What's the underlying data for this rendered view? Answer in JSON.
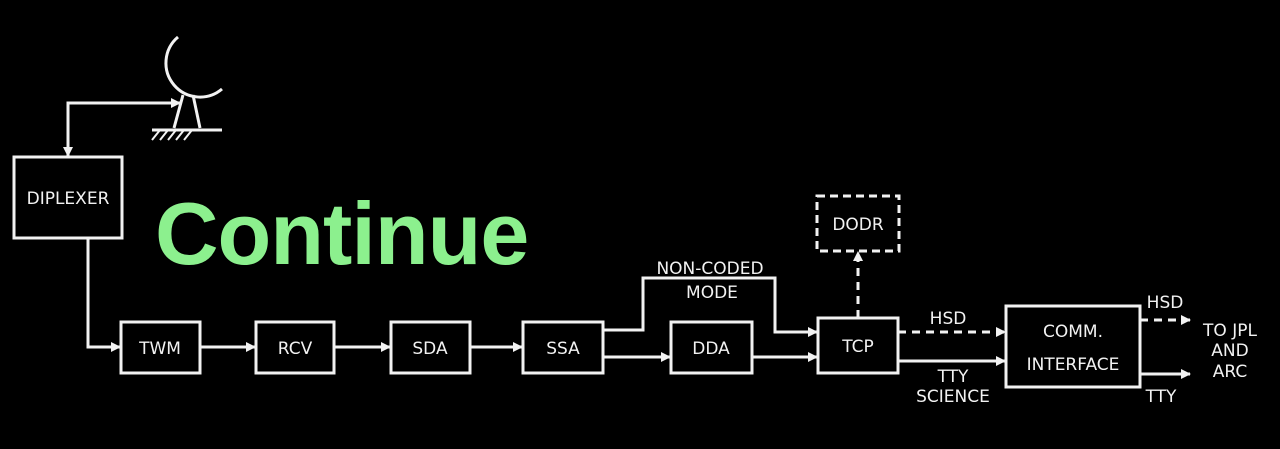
{
  "overlay": {
    "continue_label": "Continue",
    "color": "#8cf08e"
  },
  "diagram": {
    "blocks": {
      "diplexer": "DIPLEXER",
      "twm": "TWM",
      "rcv": "RCV",
      "sda": "SDA",
      "ssa": "SSA",
      "dda": "DDA",
      "tcp": "TCP",
      "dodr": "DODR",
      "comm_line1": "COMM.",
      "comm_line2": "INTERFACE"
    },
    "labels": {
      "non_coded_1": "NON-CODED",
      "non_coded_2": "MODE",
      "hsd_in": "HSD",
      "tty_in_1": "TTY",
      "tty_in_2": "SCIENCE",
      "hsd_out": "HSD",
      "tty_out": "TTY",
      "dest_1": "TO JPL",
      "dest_2": "AND",
      "dest_3": "ARC"
    },
    "icons": {
      "antenna": "antenna-dish-icon"
    }
  }
}
